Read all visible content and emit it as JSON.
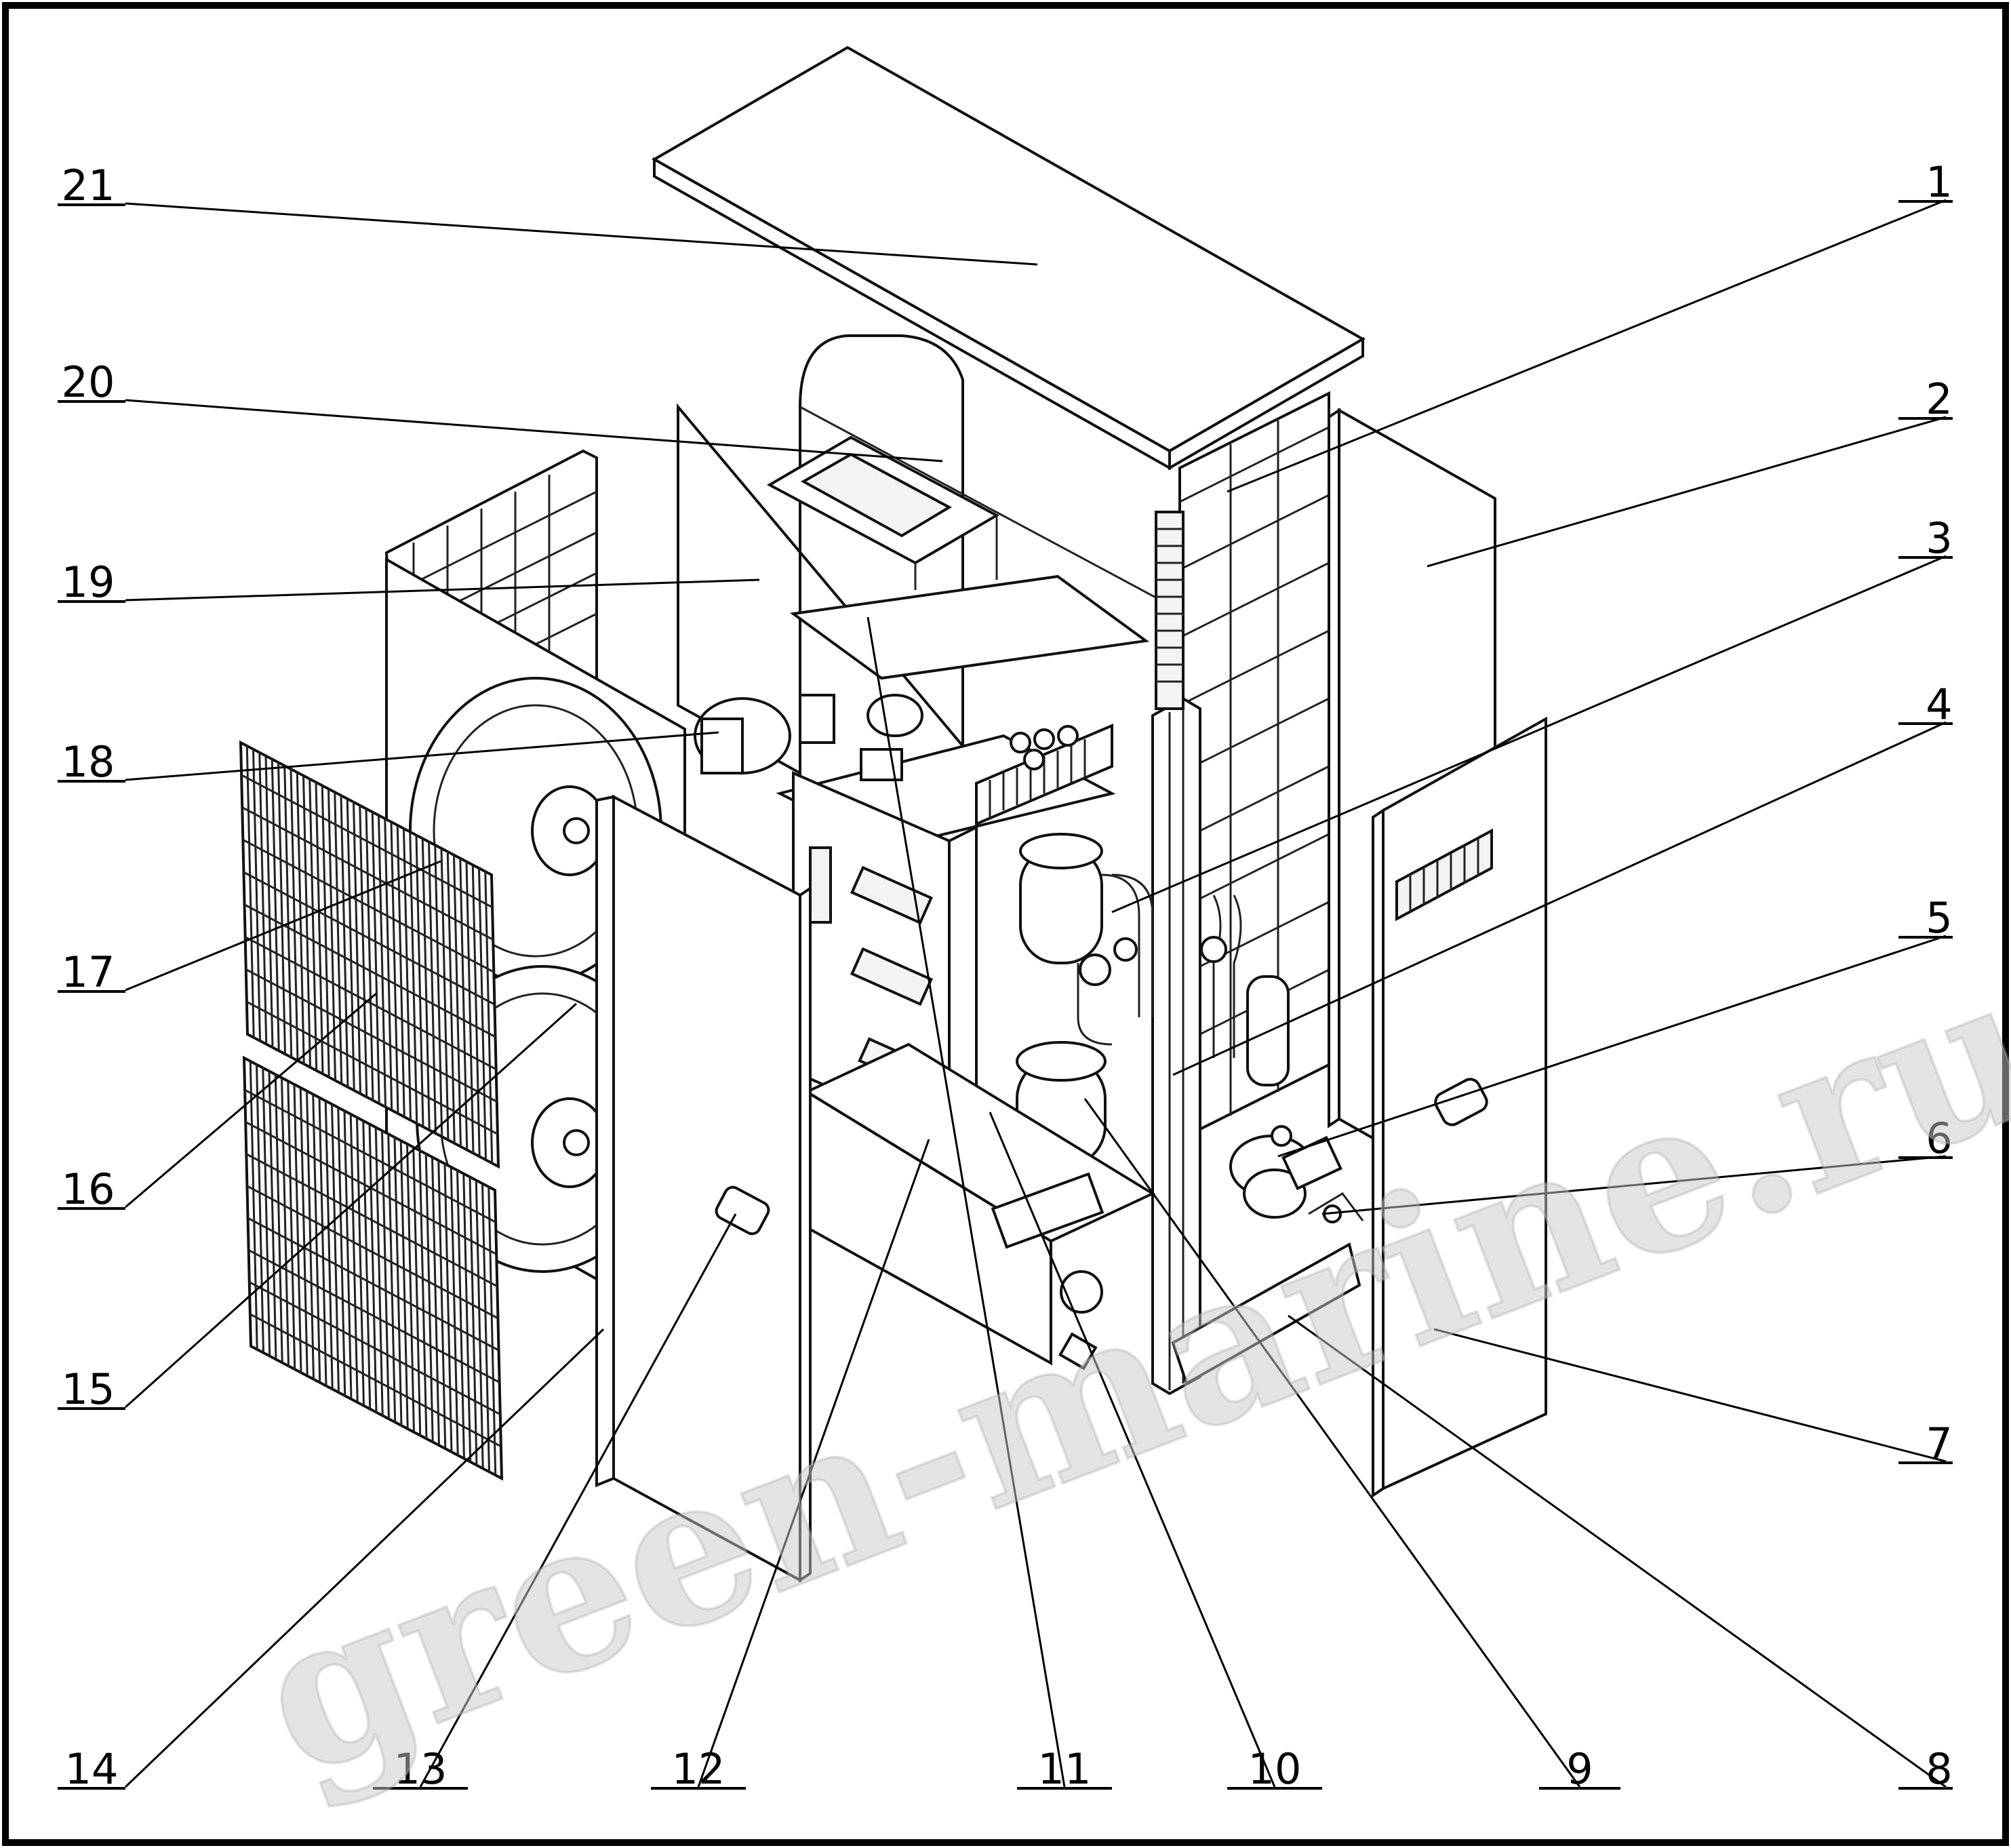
{
  "diagram": {
    "watermark": "green-marine.ru",
    "callouts": [
      {
        "id": "c1",
        "label": "1"
      },
      {
        "id": "c2",
        "label": "2"
      },
      {
        "id": "c3",
        "label": "3"
      },
      {
        "id": "c4",
        "label": "4"
      },
      {
        "id": "c5",
        "label": "5"
      },
      {
        "id": "c6",
        "label": "6"
      },
      {
        "id": "c7",
        "label": "7"
      },
      {
        "id": "c8",
        "label": "8"
      },
      {
        "id": "c9",
        "label": "9"
      },
      {
        "id": "c10",
        "label": "10"
      },
      {
        "id": "c11",
        "label": "11"
      },
      {
        "id": "c12",
        "label": "12"
      },
      {
        "id": "c13",
        "label": "13"
      },
      {
        "id": "c14",
        "label": "14"
      },
      {
        "id": "c15",
        "label": "15"
      },
      {
        "id": "c16",
        "label": "16"
      },
      {
        "id": "c17",
        "label": "17"
      },
      {
        "id": "c18",
        "label": "18"
      },
      {
        "id": "c19",
        "label": "19"
      },
      {
        "id": "c20",
        "label": "20"
      },
      {
        "id": "c21",
        "label": "21"
      }
    ]
  }
}
